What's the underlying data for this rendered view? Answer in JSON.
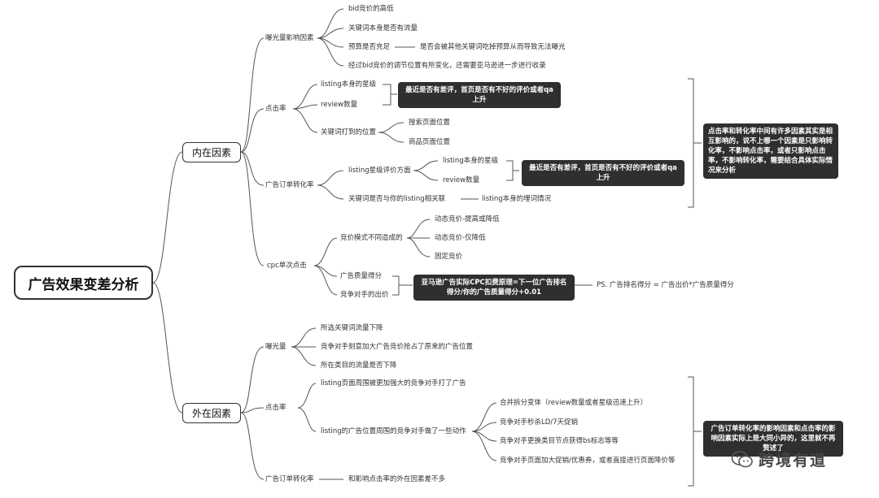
{
  "root": {
    "title": "广告效果变差分析"
  },
  "internal": {
    "label": "内在因素",
    "exposure": {
      "label": "曝光量影响因素",
      "items": [
        "bid竞价的高低",
        "关键词本身是否有流量",
        "预算是否充足",
        "经过bid竞价的调节位置有所变化，还需要亚马逊进一步进行收录"
      ],
      "budget_note": "是否会被其他关键词吃掉预算从而导致无法曝光"
    },
    "ctr": {
      "label": "点击率",
      "items": [
        "listing本身的星级",
        "review数量",
        "关键词打到的位置"
      ],
      "positions": [
        "搜索页面位置",
        "商品页面位置"
      ],
      "note": "最近是否有差评，首页是否有不好的评价或者qa上升"
    },
    "conversion": {
      "label": "广告订单转化率",
      "items": [
        "listing星级评价方面",
        "关键词是否与你的listing相关联"
      ],
      "rating_items": [
        "listing本身的星级",
        "review数量"
      ],
      "relevance_note": "listing本身的埋词情况",
      "note": "最近是否有差评，首页是否有不好的评价或者qa上升"
    },
    "side_note": "点击率和转化率中间有许多因素其实是相互影响的，说不上哪一个因素是只影响转化率，不影响点击率，或者只影响点击率，不影响转化率，需要结合具体实际情况来分析",
    "cpc": {
      "label": "cpc单次点击",
      "items": [
        "竞价模式不同造成的",
        "广告质量得分",
        "竞争对手的出价"
      ],
      "bid_modes": [
        "动态竞价-提高或降低",
        "动态竞价-仅降低",
        "固定竞价"
      ],
      "note": "亚马逊广告实际CPC扣费原理=下一位广告排名得分/你的广告质量得分+0.01",
      "ps": "PS. 广告排名得分 = 广告出价*广告质量得分"
    }
  },
  "external": {
    "label": "外在因素",
    "exposure": {
      "label": "曝光量",
      "items": [
        "所选关键词流量下降",
        "竞争对手刻意加大广告竞价抢占了原来的广告位置",
        "所在类目的流量是否下降"
      ]
    },
    "ctr": {
      "label": "点击率",
      "items": [
        "listing页面周围被更加强大的竞争对手打了广告",
        "listing的广告位置周围的竞争对手做了一些动作"
      ],
      "actions": [
        "合并拆分变体（review数量或者星级迅速上升）",
        "竞争对手秒杀LD/7天促销",
        "竞争对手更换类目节点获得bs标志等等",
        "竞争对手页面加大促销/优惠券，或者直接进行页面降价等"
      ]
    },
    "conversion": {
      "label": "广告订单转化率",
      "note_inline": "和影响点击率的外在因素差不多"
    },
    "side_note": "广告订单转化率的影响因素和点击率的影响因素实际上是大同小异的，这里就不再赘述了"
  },
  "watermark": {
    "text": "跨境有道"
  }
}
